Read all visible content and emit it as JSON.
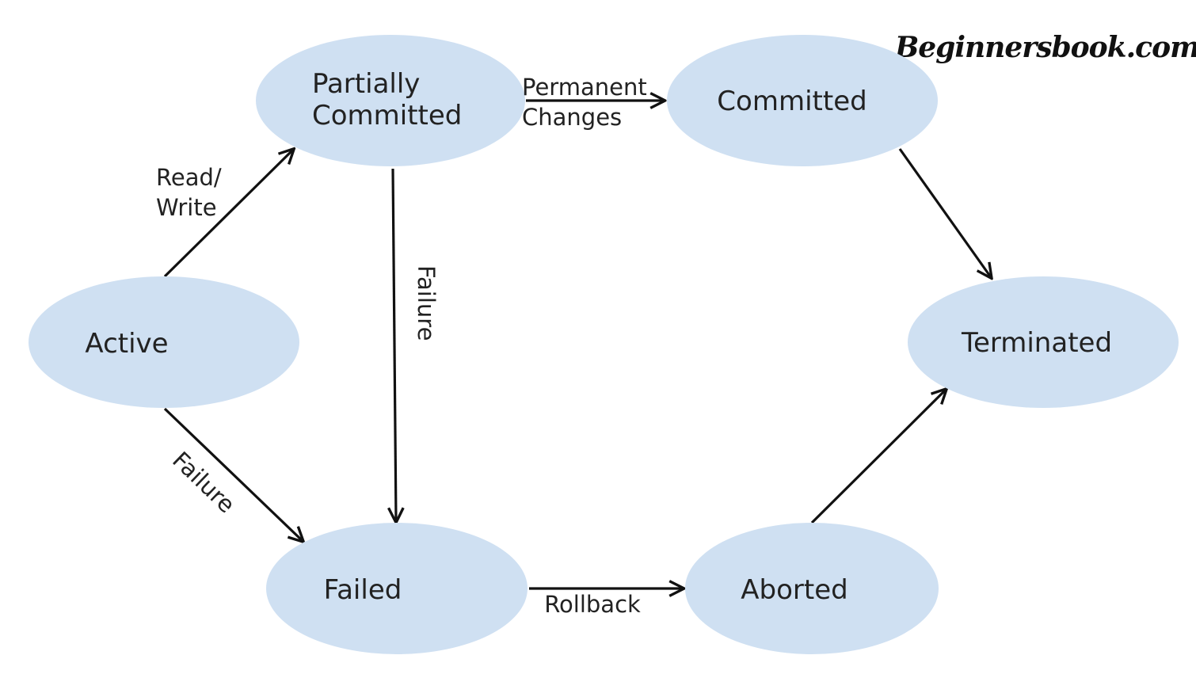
{
  "watermark": "Beginnersbook.com",
  "states": {
    "active": "Active",
    "partially_committed": [
      "Partially",
      "Committed"
    ],
    "committed": "Committed",
    "terminated": "Terminated",
    "failed": "Failed",
    "aborted": "Aborted"
  },
  "transitions": {
    "read_write": [
      "Read/",
      "Write"
    ],
    "permanent_changes": [
      "Permanent",
      "Changes"
    ],
    "failure_from_partial": "Failure",
    "failure_from_active": "Failure",
    "rollback": "Rollback"
  },
  "colors": {
    "state_fill": "#cfe0f2",
    "arrow": "#111111",
    "text": "#222222"
  }
}
